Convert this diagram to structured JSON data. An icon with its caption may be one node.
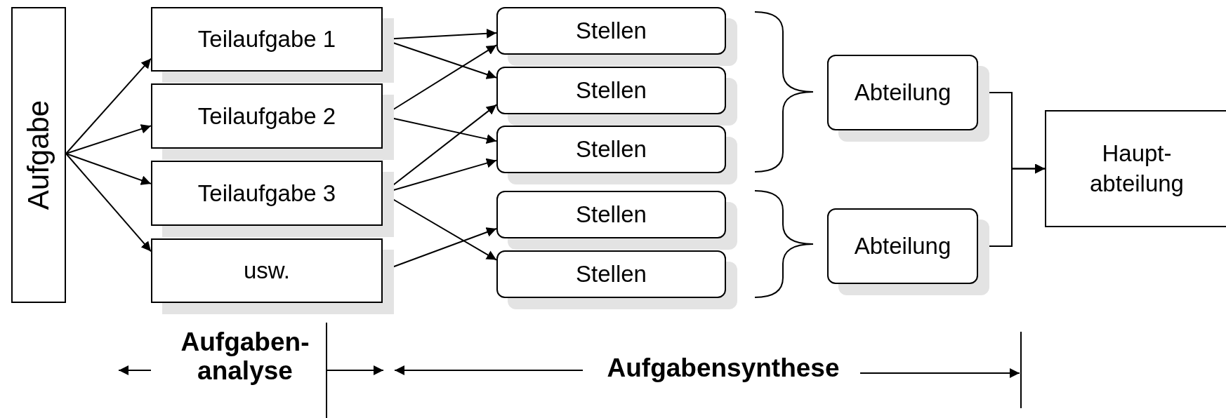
{
  "diagram": {
    "nodes": [
      {
        "text": [
          "Aufgabe"
        ]
      },
      {
        "text": [
          "Teilaufgabe 1"
        ]
      },
      {
        "text": [
          "Teilaufgabe 2"
        ]
      },
      {
        "text": [
          "Teilaufgabe 3"
        ]
      },
      {
        "text": [
          "usw."
        ]
      },
      {
        "text": [
          "Stellen"
        ]
      },
      {
        "text": [
          "Stellen"
        ]
      },
      {
        "text": [
          "Stellen"
        ]
      },
      {
        "text": [
          "Stellen"
        ]
      },
      {
        "text": [
          "Stellen"
        ]
      },
      {
        "text": [
          "Abteilung"
        ]
      },
      {
        "text": [
          "Abteilung"
        ]
      },
      {
        "text": [
          "Haupt- abteilung"
        ]
      }
    ],
    "edges": [
      {
        "from": 0,
        "to": 1,
        "arrow": "to"
      },
      {
        "from": 0,
        "to": 2,
        "arrow": "to"
      },
      {
        "from": 0,
        "to": 3,
        "arrow": "to"
      },
      {
        "from": 0,
        "to": 4,
        "arrow": "to"
      },
      {
        "from": 1,
        "to": 5,
        "arrow": "to"
      },
      {
        "from": 1,
        "to": 6,
        "arrow": "to"
      },
      {
        "from": 2,
        "to": 5,
        "arrow": "to"
      },
      {
        "from": 2,
        "to": 7,
        "arrow": "to"
      },
      {
        "from": 3,
        "to": 6,
        "arrow": "to"
      },
      {
        "from": 3,
        "to": 7,
        "arrow": "to"
      },
      {
        "from": 3,
        "to": 9,
        "arrow": "to"
      },
      {
        "from": 4,
        "to": 8,
        "arrow": "to"
      },
      {
        "from": 10,
        "to": 12,
        "arrow": "to"
      },
      {
        "from": 11,
        "to": 12,
        "arrow": "to"
      }
    ],
    "labels": [
      "Aufgaben- analyse",
      "Aufgabensynthese"
    ]
  }
}
